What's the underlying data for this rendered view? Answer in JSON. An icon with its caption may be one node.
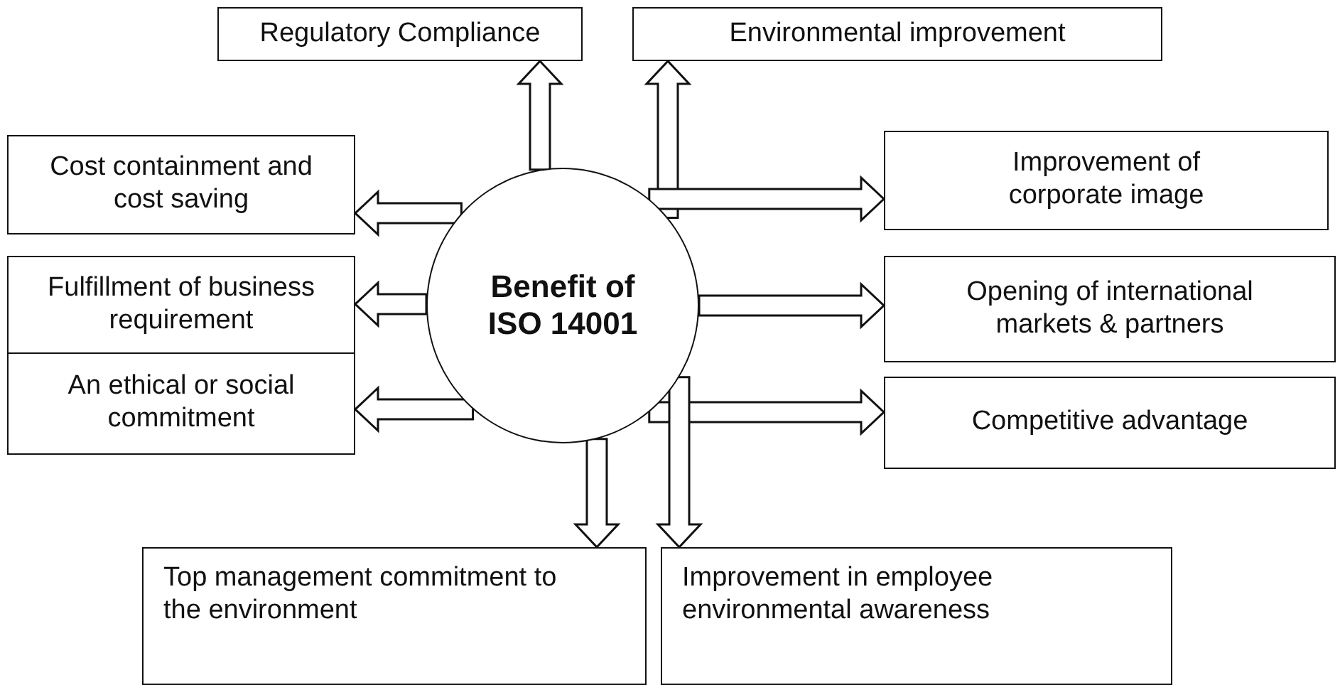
{
  "diagram": {
    "nodes": [
      {
        "text": [
          "Benefit of ISO 14001"
        ]
      },
      {
        "text": [
          "Regulatory Compliance"
        ]
      },
      {
        "text": [
          "Environmental improvement"
        ]
      },
      {
        "text": [
          "Cost containment and cost saving"
        ]
      },
      {
        "text": [
          "Improvement of corporate image"
        ]
      },
      {
        "text": [
          "Fulfillment of business requirement"
        ]
      },
      {
        "text": [
          "Opening of international markets & partners"
        ]
      },
      {
        "text": [
          "An ethical or social commitment"
        ]
      },
      {
        "text": [
          "Competitive advantage"
        ]
      },
      {
        "text": [
          "Top management commitment to the environment"
        ]
      },
      {
        "text": [
          "Improvement in employee environmental awareness"
        ]
      }
    ],
    "edges": [
      {
        "from": 0,
        "to": 1,
        "arrow": "to"
      },
      {
        "from": 0,
        "to": 2,
        "arrow": "to"
      },
      {
        "from": 0,
        "to": 3,
        "arrow": "to"
      },
      {
        "from": 0,
        "to": 4,
        "arrow": "to"
      },
      {
        "from": 0,
        "to": 5,
        "arrow": "to"
      },
      {
        "from": 0,
        "to": 6,
        "arrow": "to"
      },
      {
        "from": 0,
        "to": 7,
        "arrow": "to"
      },
      {
        "from": 0,
        "to": 8,
        "arrow": "to"
      },
      {
        "from": 0,
        "to": 9,
        "arrow": "to"
      },
      {
        "from": 0,
        "to": 10,
        "arrow": "to"
      }
    ]
  }
}
